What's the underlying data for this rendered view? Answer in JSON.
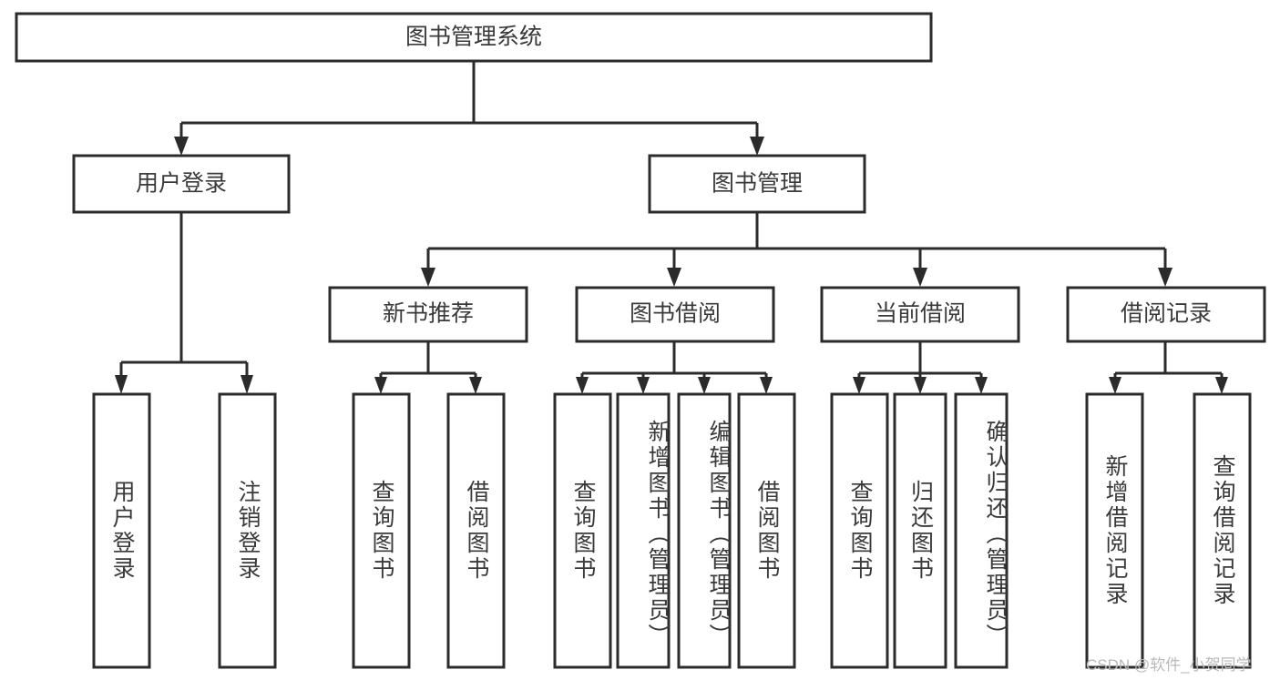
{
  "diagram": {
    "type": "tree-hierarchy",
    "title": "图书管理系统",
    "orientation": "top-down",
    "colors": {
      "box_stroke": "#2b2b2b",
      "box_fill": "#ffffff",
      "label_text": "#3a3a3a",
      "connector": "#2b2b2b",
      "watermark": "#b9b9b9",
      "background": "#ffffff"
    },
    "levels": {
      "level1": [
        "图书管理系统"
      ],
      "level2": [
        "用户登录",
        "图书管理"
      ],
      "level3": [
        "新书推荐",
        "图书借阅",
        "当前借阅",
        "借阅记录"
      ],
      "level4": [
        "用户登录",
        "注销登录",
        "查询图书",
        "借阅图书",
        "查询图书",
        "新增图书（管理员）",
        "编辑图书（管理员）",
        "借阅图书",
        "查询图书",
        "归还图书",
        "确认归还（管理员）",
        "新增借阅记录",
        "查询借阅记录"
      ]
    },
    "nodes": {
      "root": {
        "label": "图书管理系统"
      },
      "user_login": {
        "label": "用户登录"
      },
      "book_mgmt": {
        "label": "图书管理"
      },
      "new_book_rec": {
        "label": "新书推荐"
      },
      "book_borrow": {
        "label": "图书借阅"
      },
      "current_borrow": {
        "label": "当前借阅"
      },
      "borrow_record": {
        "label": "借阅记录"
      },
      "leaf_user_login": {
        "label": "用户登录"
      },
      "leaf_logout": {
        "label": "注销登录"
      },
      "leaf_query_book_1": {
        "label": "查询图书"
      },
      "leaf_borrow_book_1": {
        "label": "借阅图书"
      },
      "leaf_query_book_2": {
        "label": "查询图书"
      },
      "leaf_add_book": {
        "label": "新增图书（管理员）"
      },
      "leaf_edit_book": {
        "label": "编辑图书（管理员）"
      },
      "leaf_borrow_book_2": {
        "label": "借阅图书"
      },
      "leaf_query_book_3": {
        "label": "查询图书"
      },
      "leaf_return_book": {
        "label": "归还图书"
      },
      "leaf_confirm_return": {
        "label": "确认归还（管理员）"
      },
      "leaf_add_record": {
        "label": "新增借阅记录"
      },
      "leaf_query_record": {
        "label": "查询借阅记录"
      }
    },
    "edges": [
      {
        "from": "root",
        "to": "user_login"
      },
      {
        "from": "root",
        "to": "book_mgmt"
      },
      {
        "from": "user_login",
        "to": "leaf_user_login"
      },
      {
        "from": "user_login",
        "to": "leaf_logout"
      },
      {
        "from": "book_mgmt",
        "to": "new_book_rec"
      },
      {
        "from": "book_mgmt",
        "to": "book_borrow"
      },
      {
        "from": "book_mgmt",
        "to": "current_borrow"
      },
      {
        "from": "book_mgmt",
        "to": "borrow_record"
      },
      {
        "from": "new_book_rec",
        "to": "leaf_query_book_1"
      },
      {
        "from": "new_book_rec",
        "to": "leaf_borrow_book_1"
      },
      {
        "from": "book_borrow",
        "to": "leaf_query_book_2"
      },
      {
        "from": "book_borrow",
        "to": "leaf_add_book"
      },
      {
        "from": "book_borrow",
        "to": "leaf_edit_book"
      },
      {
        "from": "book_borrow",
        "to": "leaf_borrow_book_2"
      },
      {
        "from": "current_borrow",
        "to": "leaf_query_book_3"
      },
      {
        "from": "current_borrow",
        "to": "leaf_return_book"
      },
      {
        "from": "current_borrow",
        "to": "leaf_confirm_return"
      },
      {
        "from": "borrow_record",
        "to": "leaf_add_record"
      },
      {
        "from": "borrow_record",
        "to": "leaf_query_record"
      }
    ]
  },
  "watermark": {
    "text": "CSDN @软件_小贺同学"
  }
}
